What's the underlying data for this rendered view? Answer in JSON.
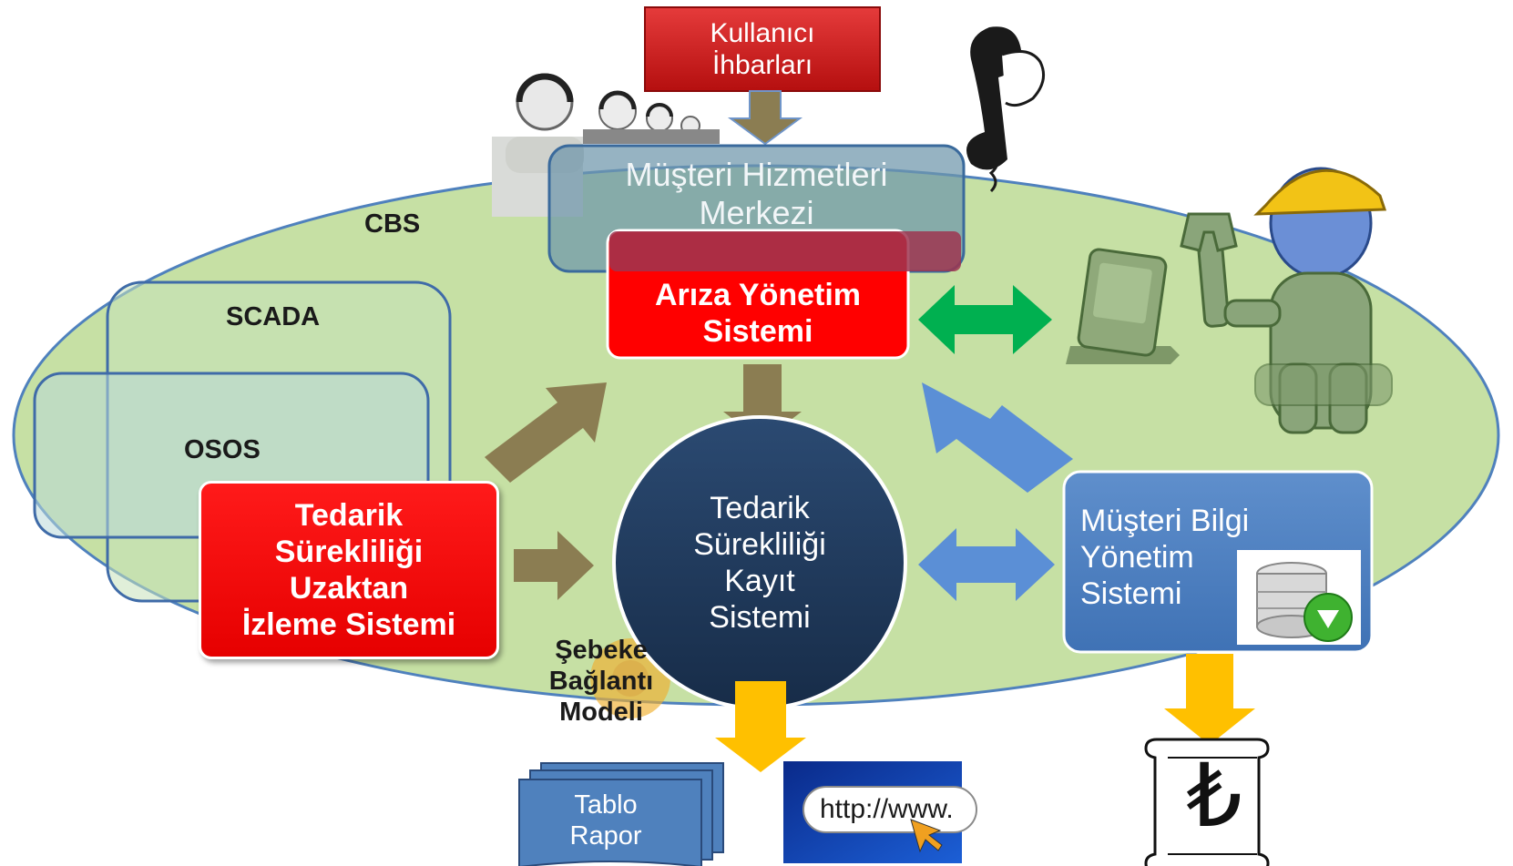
{
  "diagram": {
    "user_reports": [
      "Kullanıcı",
      "İhbarları"
    ],
    "call_center": [
      "Müşteri Hizmetleri",
      "Merkezi"
    ],
    "cbs": "CBS",
    "scada": "SCADA",
    "osos": "OSOS",
    "fault_mgmt": [
      "Arıza Yönetim",
      "Sistemi"
    ],
    "remote_monitoring": [
      "Tedarik",
      "Sürekliliği",
      "Uzaktan",
      "İzleme Sistemi"
    ],
    "continuity_record": [
      "Tedarik",
      "Sürekliliği",
      "Kayıt",
      "Sistemi"
    ],
    "customer_info": [
      "Müşteri Bilgi",
      "Yönetim",
      "Sistemi"
    ],
    "network_model": [
      "Şebeke",
      "Bağlantı",
      "Modeli"
    ],
    "table_report": [
      "Tablo",
      "Rapor"
    ],
    "http_text": "http://www.",
    "lira_symbol": "₺"
  },
  "colors": {
    "ellipse_fill": "#c6e0a4",
    "ellipse_stroke": "#4f81bd",
    "red_box": "#ff0000",
    "navy_circle": "#1f3a5f",
    "blue_box": "#4f81bd",
    "olive_arrow": "#8b7d52",
    "blue_arrow": "#5b8fd6",
    "green_arrow": "#00b050",
    "yellow_arrow": "#ffc000"
  }
}
